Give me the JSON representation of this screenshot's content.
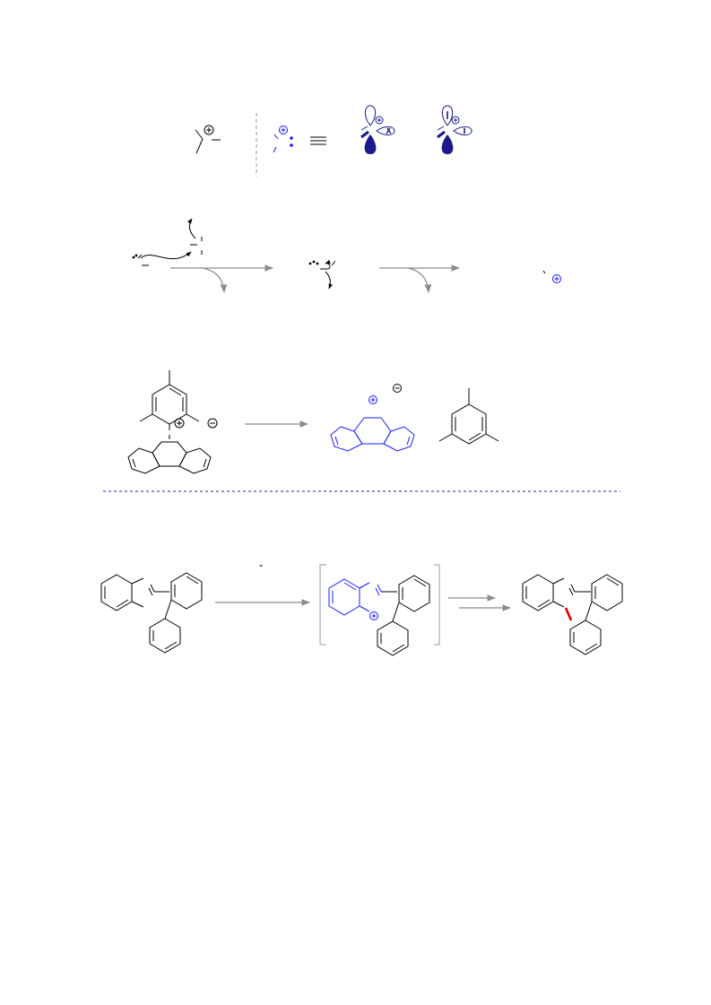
{
  "page": {
    "background": "#ffffff"
  },
  "colors": {
    "bond": "#000000",
    "cation_highlight": "#1a1aff",
    "orbital_fill": "#1a1a8c",
    "arrow": "#8c8c8c",
    "divider": "#23238c",
    "new_bond": "#e00000"
  },
  "labels": {
    "reagent_mark": "\""
  },
  "symbols": {
    "positive_charge": "plus-in-circle",
    "negative_charge": "minus-in-circle",
    "equivalence": "triple-bar"
  }
}
